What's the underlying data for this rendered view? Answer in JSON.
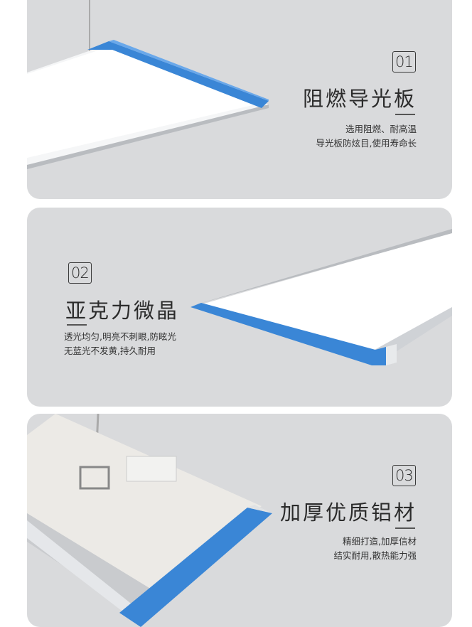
{
  "colors": {
    "card_bg": "#d9dadc",
    "frame_blue": "#3a86d6",
    "panel_white": "#ffffff"
  },
  "features": [
    {
      "number": "01",
      "title": "阻燃导光板",
      "desc": [
        "选用阻燃、耐高温",
        "导光板防炫目,使用寿命长"
      ]
    },
    {
      "number": "02",
      "title": "亚克力微晶",
      "desc": [
        "透光均匀,明亮不刺眼,防眩光",
        "无蓝光不发黄,持久耐用"
      ]
    },
    {
      "number": "03",
      "title": "加厚优质铝材",
      "desc": [
        "精细打造,加厚信材",
        "结实耐用,散热能力强"
      ]
    }
  ]
}
